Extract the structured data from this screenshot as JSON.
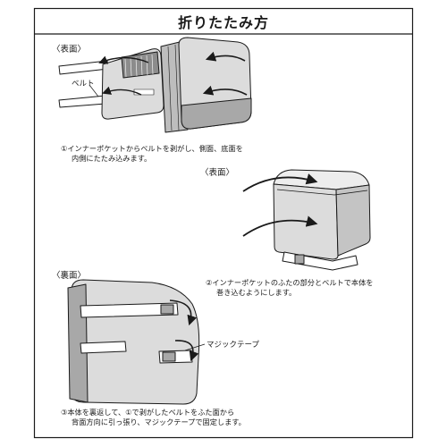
{
  "title": "折りたたみ方",
  "colors": {
    "line": "#1a1a1a",
    "fill": "#dcdcdc",
    "fill_dark": "#a8a8a8",
    "background": "#ffffff"
  },
  "steps": [
    {
      "side_label": "〈表面〉",
      "belt_label": "ベルト",
      "caption_lines": [
        "①インナーポケットからベルトを剥がし、側面、底面を",
        "内側にたたみ込みます。"
      ]
    },
    {
      "side_label": "〈表面〉",
      "caption_lines": [
        "②インナーポケットのふたの部分とベルトで本体を",
        "巻き込むようにします。"
      ]
    },
    {
      "side_label": "〈裏面〉",
      "tape_label": "マジックテープ",
      "caption_lines": [
        "③本体を裏返して、①で剥がしたベルトをふた面から",
        "背面方向に引っ張り、マジックテープで固定します。"
      ]
    }
  ]
}
